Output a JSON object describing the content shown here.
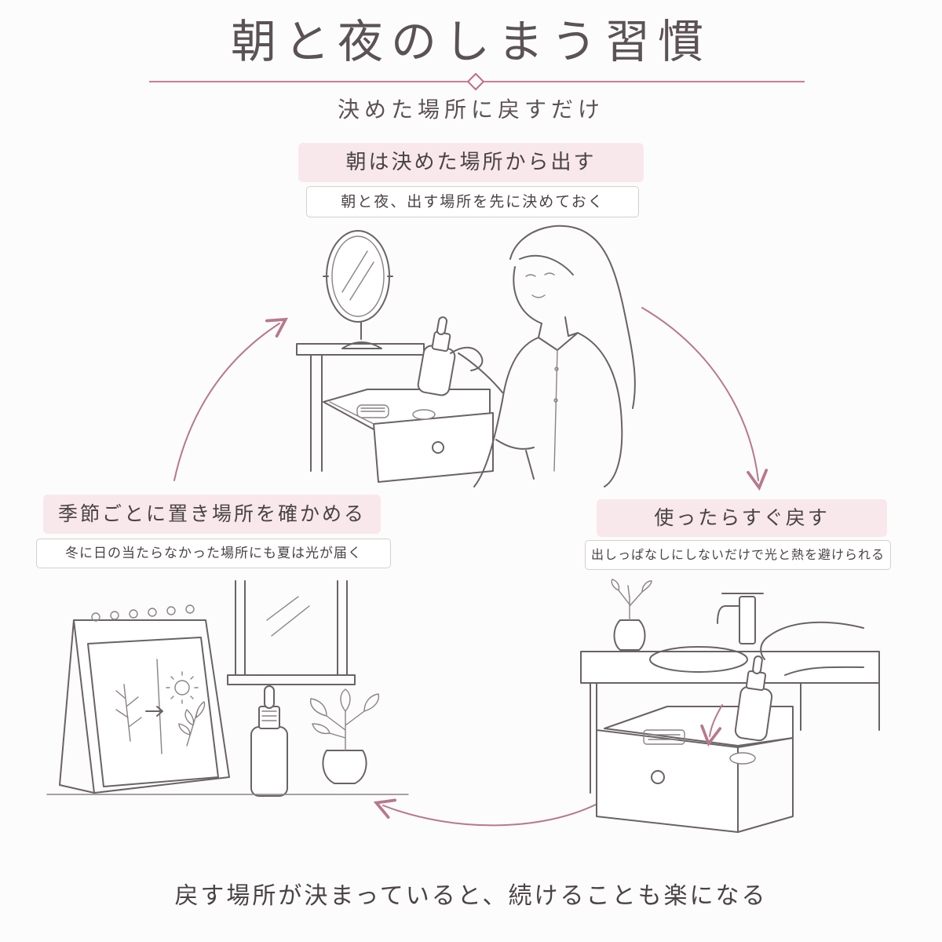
{
  "header": {
    "title": "朝と夜のしまう習慣",
    "subtitle": "決めた場所に戻すだけ"
  },
  "steps": [
    {
      "title": "朝は決めた場所から出す",
      "caption": "朝と夜、出す場所を先に決めておく"
    },
    {
      "title": "使ったらすぐ戻す",
      "caption": "出しっぱなしにしないだけで光と熱を避けられる"
    },
    {
      "title": "季節ごとに置き場所を確かめる",
      "caption": "冬に日の当たらなかった場所にも夏は光が届く"
    }
  ],
  "footer": {
    "text": "戻す場所が決まっていると、続けることも楽になる"
  },
  "colors": {
    "accent": "#d07a94",
    "pill_bg": "#f8e8ec",
    "arrow": "#b8788c",
    "ink": "#4a4346"
  },
  "icons": [
    "mirror-icon",
    "dropper-bottle-icon",
    "drawer-icon",
    "woman-figure",
    "sink-icon",
    "faucet-icon",
    "calendar-icon",
    "sun-icon",
    "plant-icon",
    "window-icon",
    "cycle-arrow-icon"
  ]
}
